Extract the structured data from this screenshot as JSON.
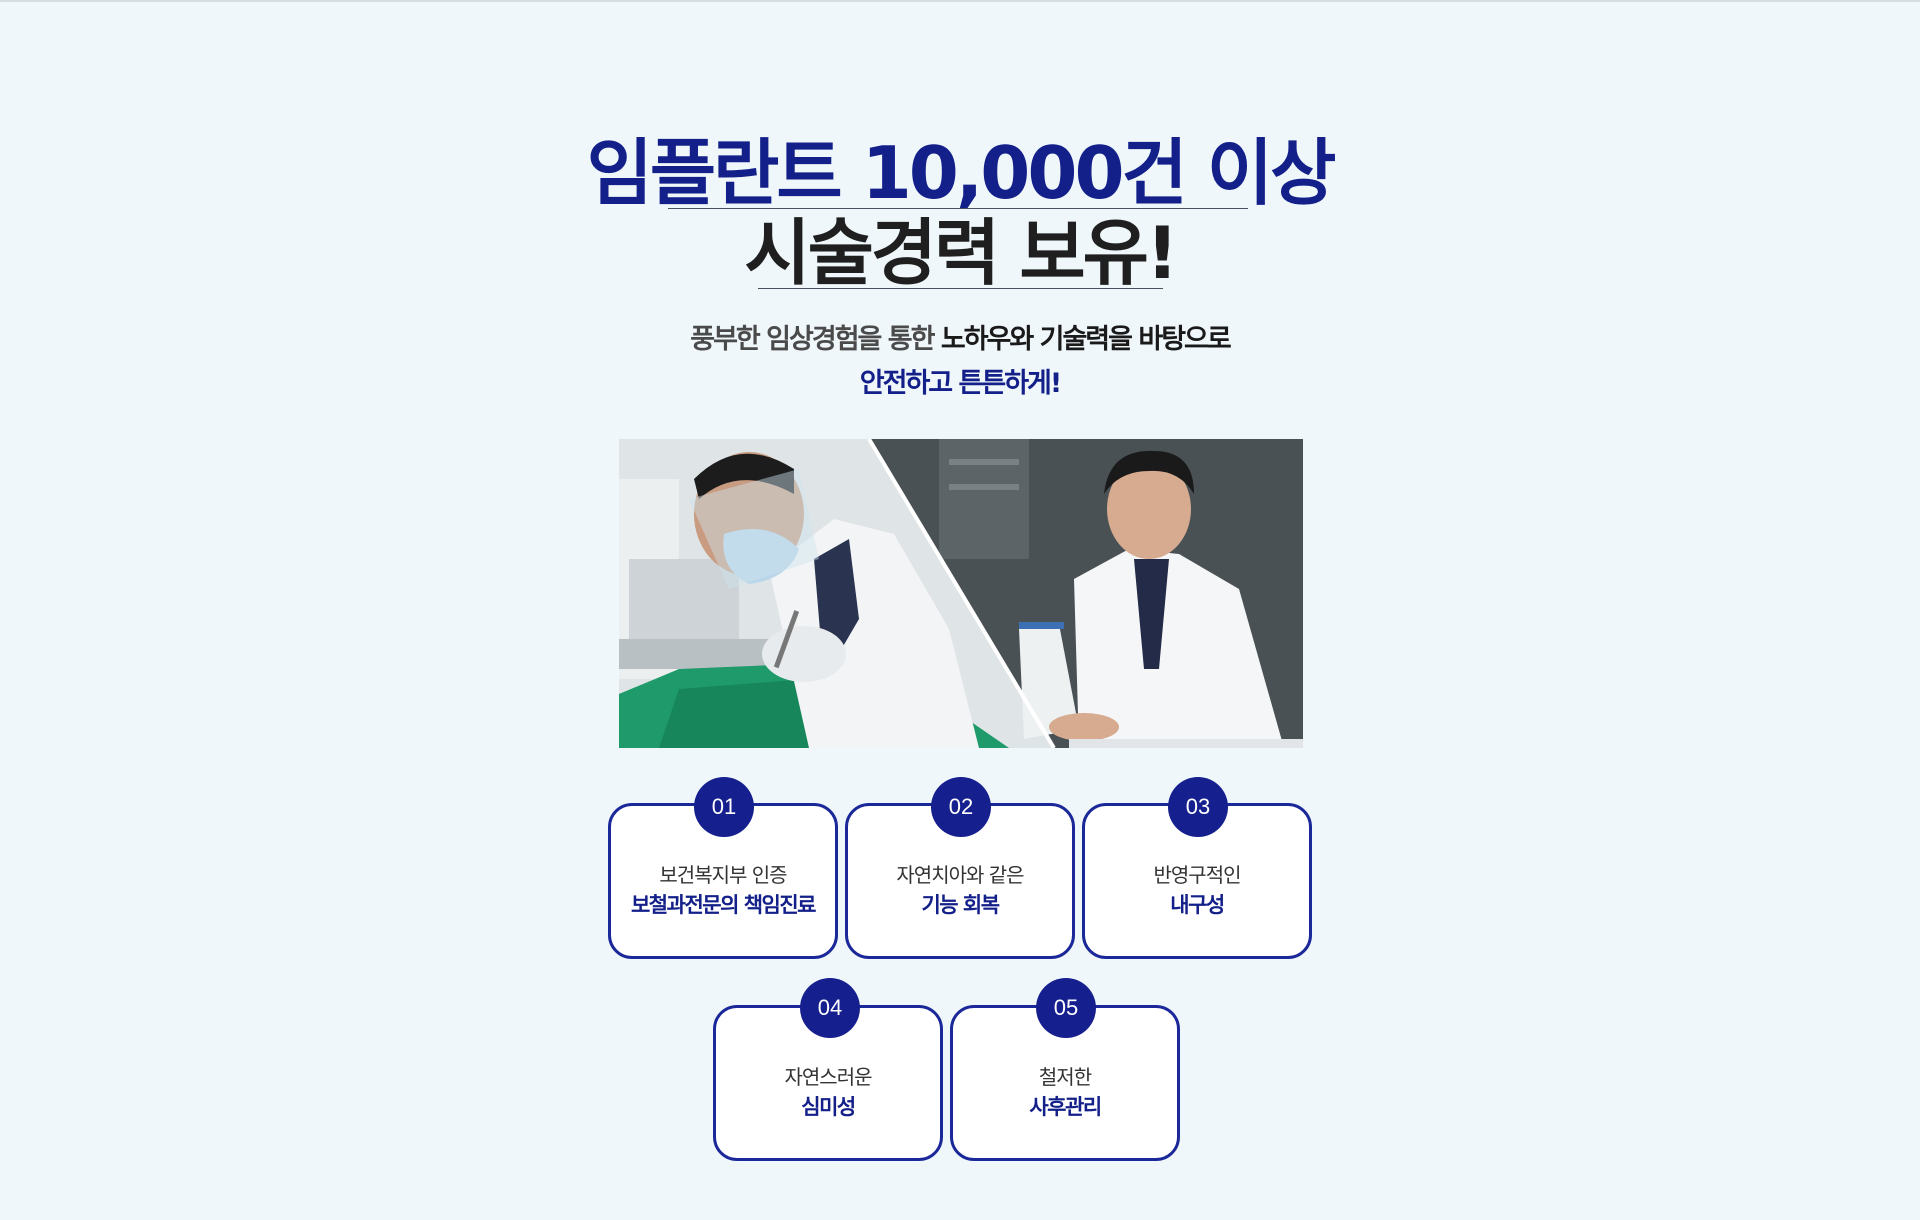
{
  "headline": {
    "line1": "임플란트 10,000건 이상",
    "line2": "시술경력 보유!"
  },
  "subtitle": {
    "line1_light": "풍부한 임상경험을 통한 ",
    "line1_dark": "노하우와 기술력을 바탕으로",
    "line2": "안전하고 튼튼하게!"
  },
  "colors": {
    "navy": "#14208a",
    "card_border": "#1b2899",
    "background": "#eff7fb"
  },
  "features": [
    {
      "number": "01",
      "line1": "보건복지부 인증",
      "line2": "보철과전문의 책임진료"
    },
    {
      "number": "02",
      "line1": "자연치아와 같은",
      "line2": "기능 회복"
    },
    {
      "number": "03",
      "line1": "반영구적인",
      "line2": "내구성"
    },
    {
      "number": "04",
      "line1": "자연스러운",
      "line2": "심미성"
    },
    {
      "number": "05",
      "line1": "철저한",
      "line2": "사후관리"
    }
  ]
}
